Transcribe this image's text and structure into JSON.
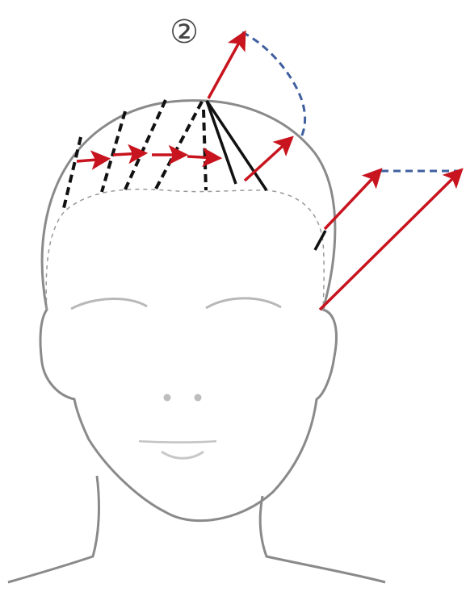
{
  "diagram": {
    "step_label": "②",
    "colors": {
      "outline": "#8a8a8a",
      "arrow": "#c8141e",
      "partition": "#111111",
      "guide_dashed": "#3f5f9f",
      "hairline": "#999999",
      "feature": "#b8b8b8"
    },
    "icons": [
      "head-outline",
      "arrow",
      "dashed-partition-line"
    ]
  }
}
